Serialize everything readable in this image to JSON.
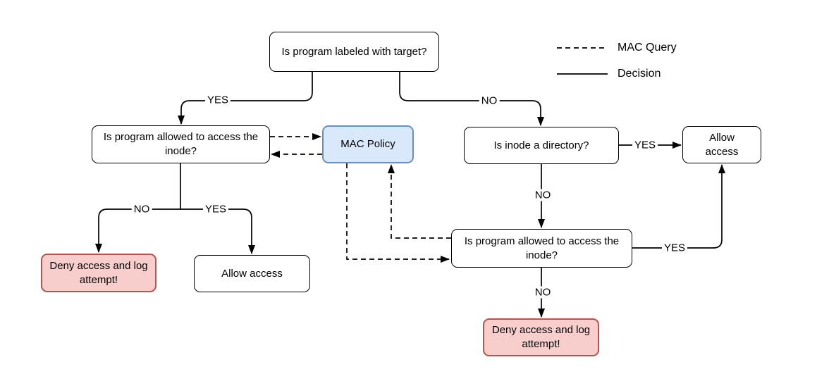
{
  "diagram": {
    "nodes": {
      "labeled": {
        "label": "Is program labeled with target?"
      },
      "left_allowed": {
        "label": "Is program allowed to access the inode?"
      },
      "mac_policy": {
        "label": "MAC Policy"
      },
      "directory": {
        "label": "Is inode a directory?"
      },
      "allow_top": {
        "label": "Allow access"
      },
      "deny_left": {
        "label": "Deny access and log attempt!"
      },
      "allow_left": {
        "label": "Allow access"
      },
      "right_allowed": {
        "label": "Is program allowed to access the inode?"
      },
      "deny_right": {
        "label": "Deny access and log attempt!"
      }
    },
    "edge_labels": {
      "top_yes": "YES",
      "top_no": "NO",
      "left_no": "NO",
      "left_yes": "YES",
      "dir_yes": "YES",
      "dir_no": "NO",
      "right_yes": "YES",
      "right_no": "NO"
    },
    "legend": {
      "mac_query": "MAC Query",
      "decision": "Decision"
    }
  },
  "colors": {
    "line": "#000000",
    "box_fill": "#ffffff",
    "policy_fill": "#dae8fc",
    "policy_border": "#6c8ebf",
    "deny_fill": "#f8cecc",
    "deny_border": "#b85450"
  }
}
